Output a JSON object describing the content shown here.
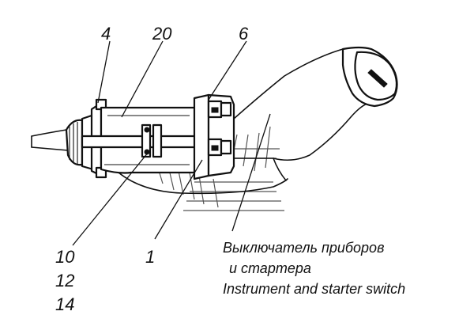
{
  "callouts": {
    "c4": "4",
    "c20": "20",
    "c6": "6",
    "c10": "10",
    "c1": "1",
    "c12": "12",
    "c14": "14"
  },
  "caption": {
    "line1": "Выключатель приборов",
    "line2": "и стартера",
    "line3": "Instrument and starter switch"
  }
}
